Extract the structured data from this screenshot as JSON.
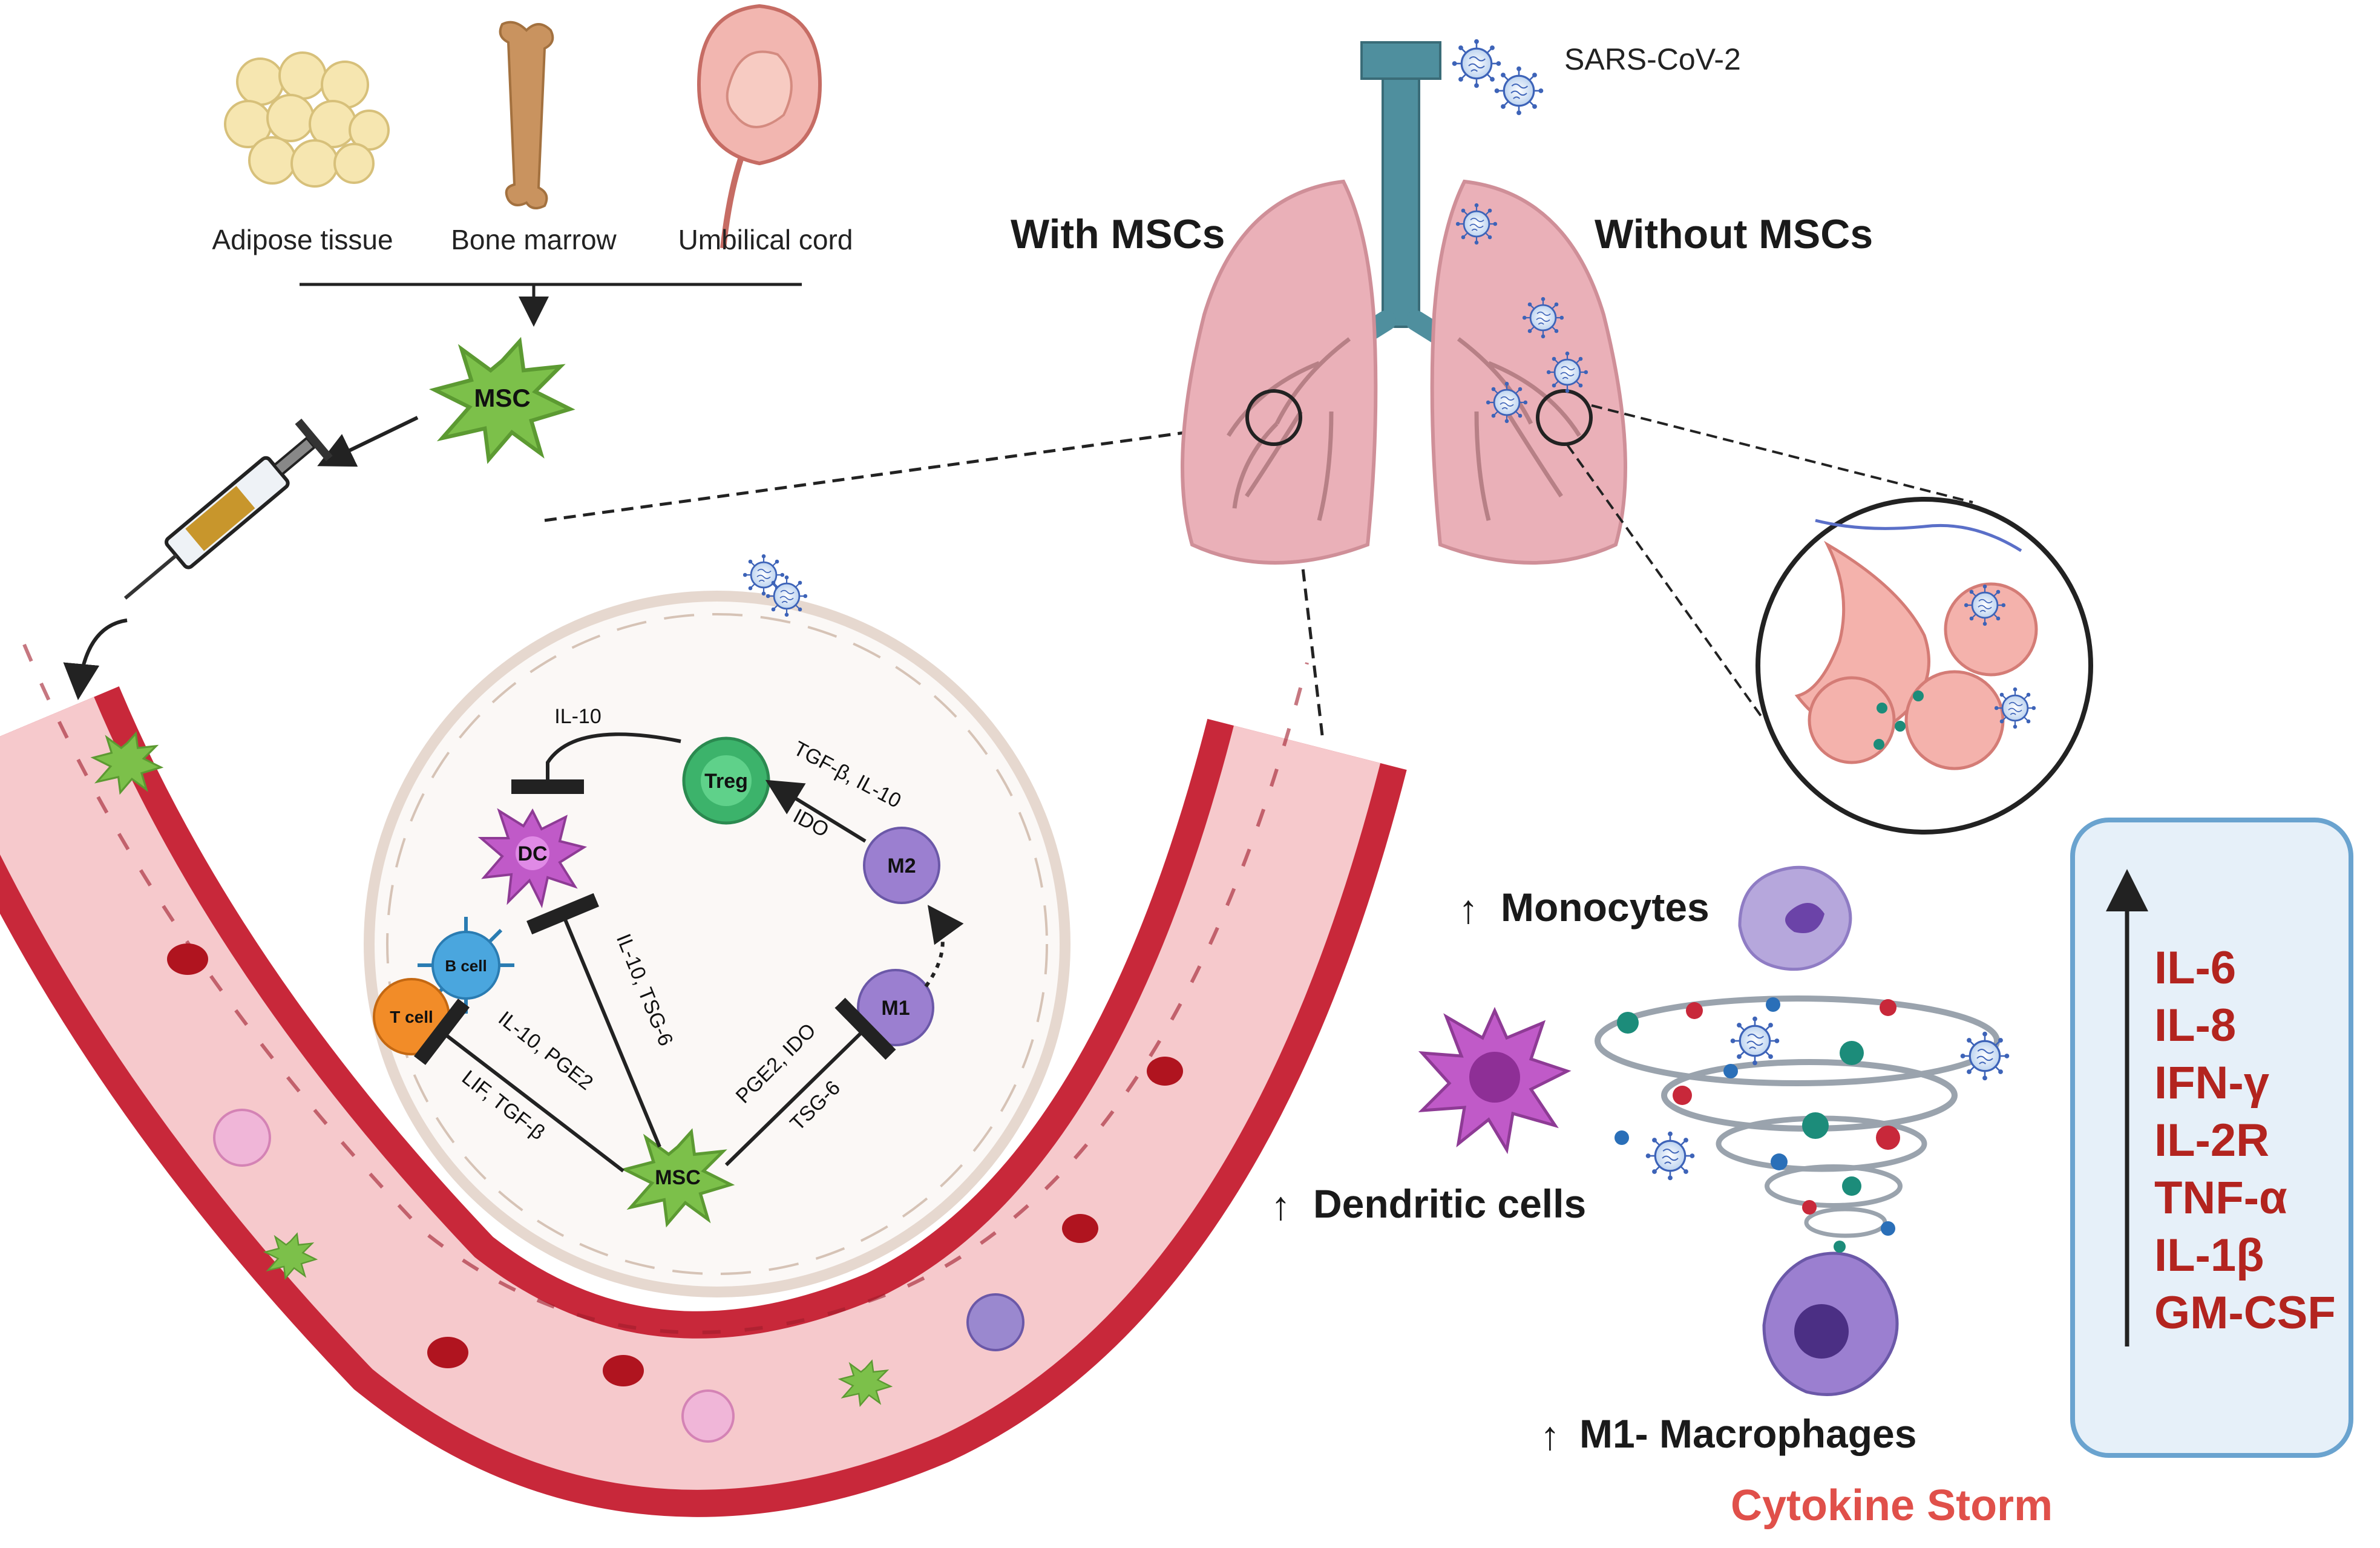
{
  "sources": [
    "Adipose tissue",
    "Bone marrow",
    "Umbilical cord"
  ],
  "msc_label": "MSC",
  "virus_label": "SARS-CoV-2",
  "with_label": "With MSCs",
  "without_label": "Without MSCs",
  "inner_cells": {
    "treg": "Treg",
    "dc": "DC",
    "bcell": "B cell",
    "tcell": "T cell",
    "m1": "M1",
    "m2": "M2",
    "msc": "MSC"
  },
  "mediators": {
    "il10_top": "IL-10",
    "tgf_il10": "TGF-β, IL-10",
    "ido": "IDO",
    "il10_tsg6": "IL-10, TSG-6",
    "il10_pge2": "IL-10, PGE2",
    "lif_tgf": "LIF, TGF-β",
    "pge2_ido": "PGE2, IDO",
    "tsg6": "TSG-6"
  },
  "populations": {
    "monocytes": "Monocytes",
    "dendritic": "Dendritic cells",
    "m1_macro": "M1- Macrophages"
  },
  "cytokines": [
    "IL-6",
    "IL-8",
    "IFN-γ",
    "IL-2R",
    "TNF-α",
    "IL-1β",
    "GM-CSF"
  ],
  "storm_label": "Cytokine Storm",
  "colors": {
    "vessel": "#c8283a",
    "vessel_inner": "#f6c9cc",
    "lung": "#eab0b8",
    "trachea": "#4f8f9e",
    "msc_green": "#7cc04a",
    "treg": "#3cb36b",
    "dc": "#c05ac8",
    "macro": "#8f6cc4",
    "bcell": "#4aa6de",
    "tcell": "#f28c28",
    "cytokine": "#b3241f",
    "box": "#e6f0f9",
    "box_border": "#6aa3cf"
  }
}
